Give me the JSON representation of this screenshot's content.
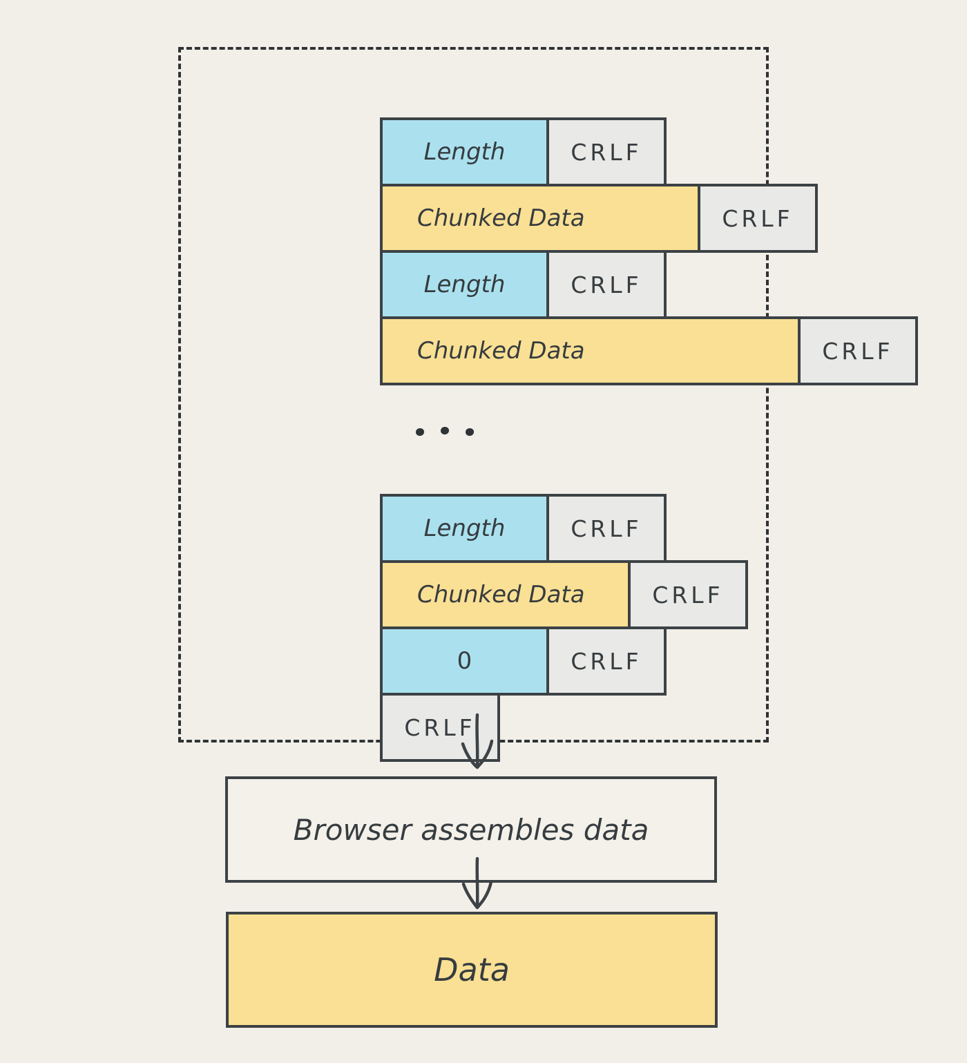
{
  "colors": {
    "background": "#f2efe8",
    "length_fill": "#abe1ef",
    "chunked_data_fill": "#fae094",
    "crlf_fill": "#e9e9e7",
    "box_border": "#3c4245",
    "dashed_border": "#2f3335",
    "text": "#363c3f"
  },
  "chunk_stream": {
    "rows": [
      {
        "cells": [
          {
            "label": "Length"
          },
          {
            "label": "CRLF"
          }
        ]
      },
      {
        "cells": [
          {
            "label": "Chunked Data"
          },
          {
            "label": "CRLF"
          }
        ]
      },
      {
        "cells": [
          {
            "label": "Length"
          },
          {
            "label": "CRLF"
          }
        ]
      },
      {
        "cells": [
          {
            "label": "Chunked Data"
          },
          {
            "label": "CRLF"
          }
        ]
      },
      {
        "cells": [
          {
            "label": "Length"
          },
          {
            "label": "CRLF"
          }
        ]
      },
      {
        "cells": [
          {
            "label": "Chunked Data"
          },
          {
            "label": "CRLF"
          }
        ]
      },
      {
        "cells": [
          {
            "label": "0"
          },
          {
            "label": "CRLF"
          }
        ]
      },
      {
        "cells": [
          {
            "label": "CRLF"
          }
        ]
      }
    ],
    "ellipsis": "..."
  },
  "flow": {
    "assemble_label": "Browser assembles data",
    "result_label": "Data"
  }
}
